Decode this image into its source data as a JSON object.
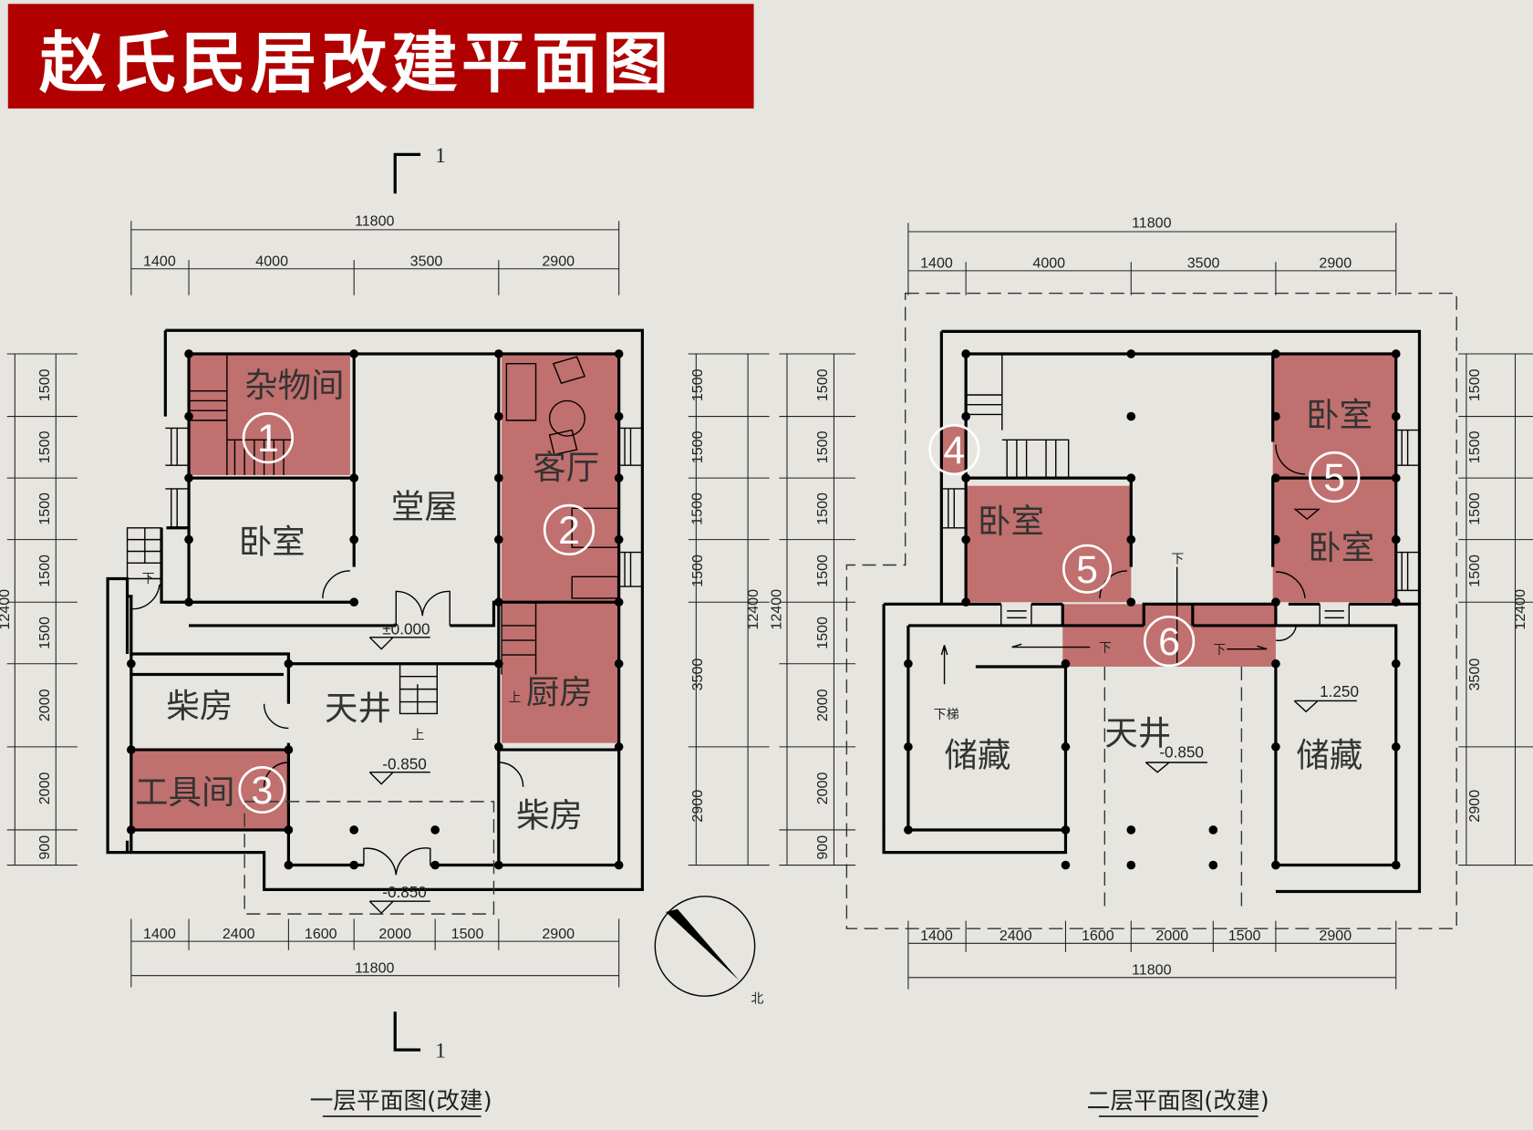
{
  "title": "赵氏民居改建平面图",
  "colors": {
    "highlight": "#c0706e",
    "title_bg": "#b00000",
    "background": "#e6e5e0"
  },
  "section_mark": "1",
  "compass_label": "北",
  "plan1": {
    "caption": "一层平面图(改建)",
    "top_total": "11800",
    "top_dims": [
      "1400",
      "4000",
      "3500",
      "2900"
    ],
    "bottom_dims": [
      "1400",
      "2400",
      "1600",
      "2000",
      "1500",
      "2900"
    ],
    "bottom_total": "11800",
    "left_dims": [
      "1500",
      "1500",
      "1500",
      "1500",
      "1500",
      "2000",
      "2000",
      "900"
    ],
    "left_total": "12400",
    "right_dims": [
      "1500",
      "1500",
      "1500",
      "1500",
      "3500",
      "2900"
    ],
    "right_total": "12400",
    "rooms": {
      "storage": "杂物间",
      "bedroom": "卧室",
      "hall": "堂屋",
      "living": "客厅",
      "firewood1": "柴房",
      "courtyard": "天井",
      "kitchen": "厨房",
      "tool": "工具间",
      "firewood2": "柴房"
    },
    "levels": {
      "entry": "±0.000",
      "courtyard": "-0.850",
      "gate": "-0.850"
    },
    "stair_down": "下",
    "stair_up": "上",
    "stair_up2": "上",
    "markers": [
      "1",
      "2",
      "3"
    ]
  },
  "plan2": {
    "caption": "二层平面图(改建)",
    "top_total": "11800",
    "top_dims": [
      "1400",
      "4000",
      "3500",
      "2900"
    ],
    "bottom_dims": [
      "1400",
      "2400",
      "1600",
      "2000",
      "1500",
      "2900"
    ],
    "bottom_total": "11800",
    "left_dims": [
      "1500",
      "1500",
      "1500",
      "1500",
      "1500",
      "2000",
      "2000",
      "900"
    ],
    "left_total": "12400",
    "right_dims": [
      "1500",
      "1500",
      "1500",
      "1500",
      "3500",
      "2900"
    ],
    "right_total": "12400",
    "rooms": {
      "bedroom_ne": "卧室",
      "bedroom_e": "卧室",
      "bedroom_w": "卧室",
      "storage_w": "储藏",
      "courtyard": "天井",
      "storage_e": "储藏"
    },
    "levels": {
      "courtyard": "-0.850",
      "storage_e": "1.250"
    },
    "stair_labels": {
      "down_ladder": "下梯",
      "down_center": "下",
      "down_left": "下",
      "down_right": "下"
    },
    "markers": [
      "4",
      "5",
      "5",
      "6"
    ]
  }
}
